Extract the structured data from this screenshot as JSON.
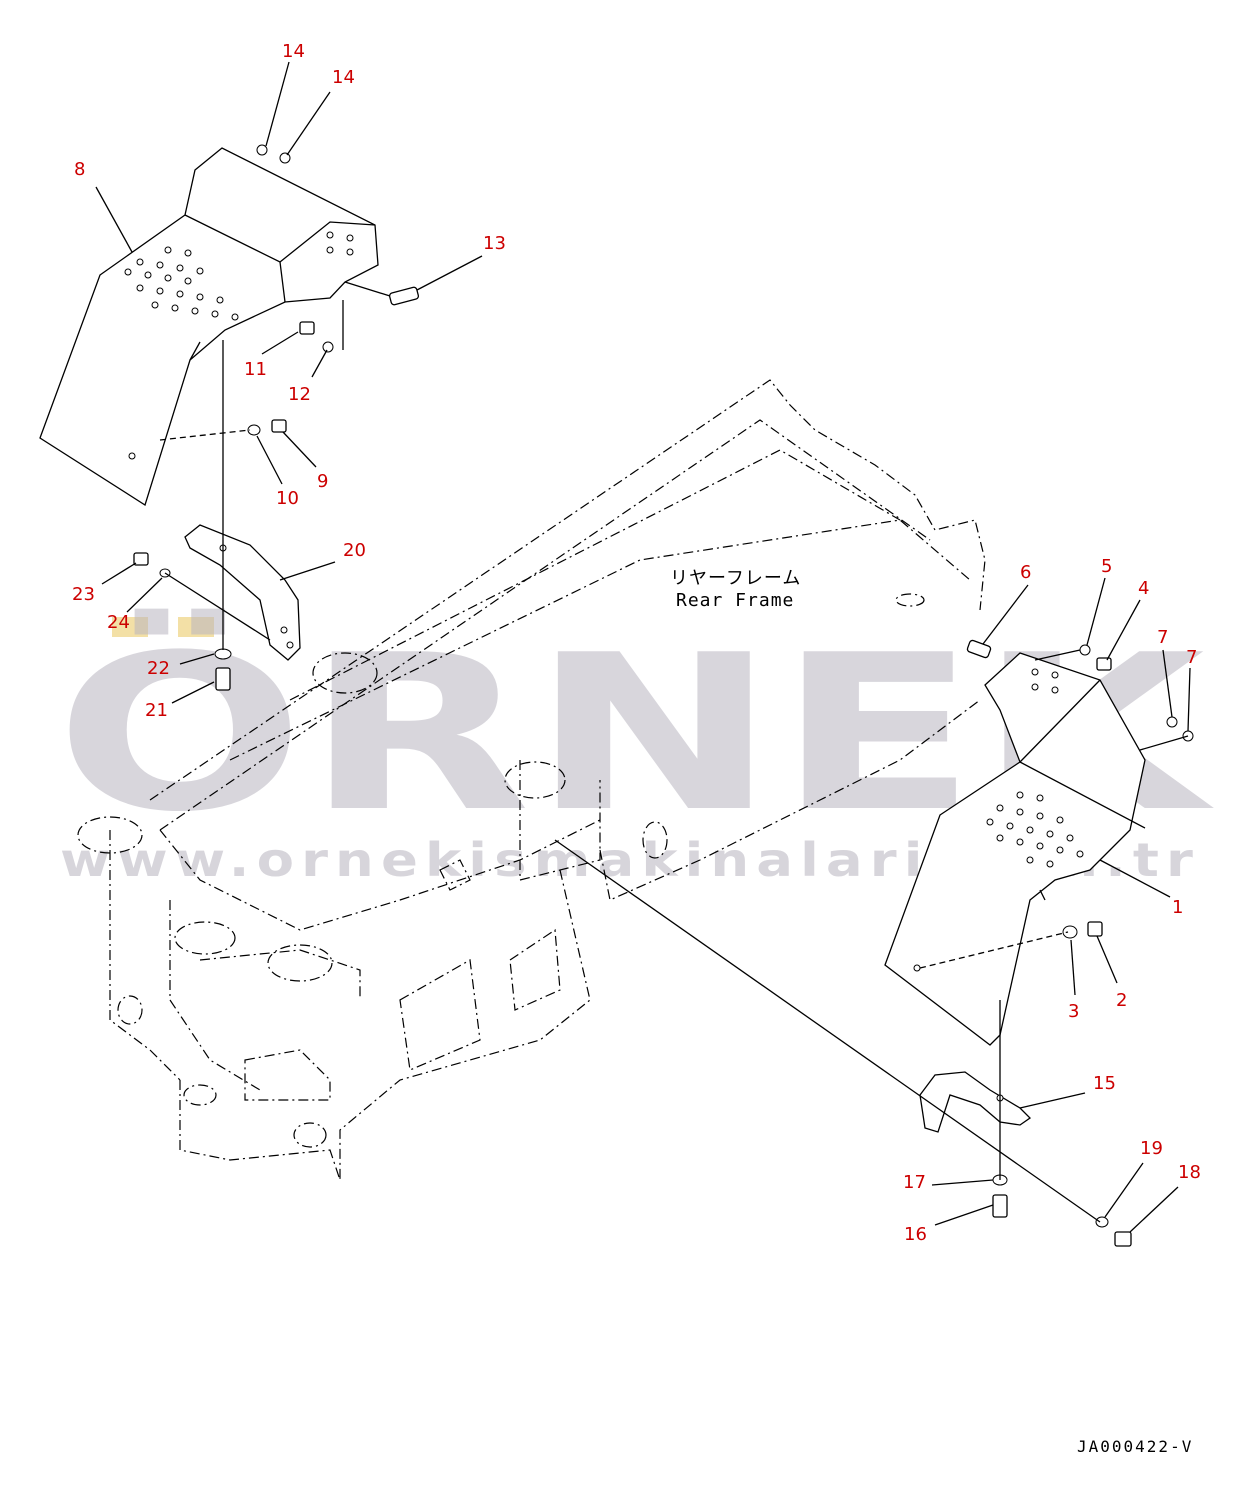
{
  "diagram": {
    "frame_label_jp": "リヤーフレーム",
    "frame_label_en": "Rear Frame",
    "drawing_code": "JA000422-V",
    "watermark_brand": "ÖRNEK",
    "watermark_url": "www.ornekismakinalari.com.tr",
    "colors": {
      "callout": "#cc0000",
      "line": "#000000",
      "watermark": "#b9b6c1",
      "watermark_accent": "#f0d890"
    },
    "callouts": {
      "c1": "1",
      "c2": "2",
      "c3": "3",
      "c4": "4",
      "c5": "5",
      "c6": "6",
      "c7a": "7",
      "c7b": "7",
      "c8": "8",
      "c9": "9",
      "c10": "10",
      "c11": "11",
      "c12": "12",
      "c13": "13",
      "c14a": "14",
      "c14b": "14",
      "c15": "15",
      "c16": "16",
      "c17": "17",
      "c18": "18",
      "c19": "19",
      "c20": "20",
      "c21": "21",
      "c22": "22",
      "c23": "23",
      "c24": "24"
    }
  }
}
